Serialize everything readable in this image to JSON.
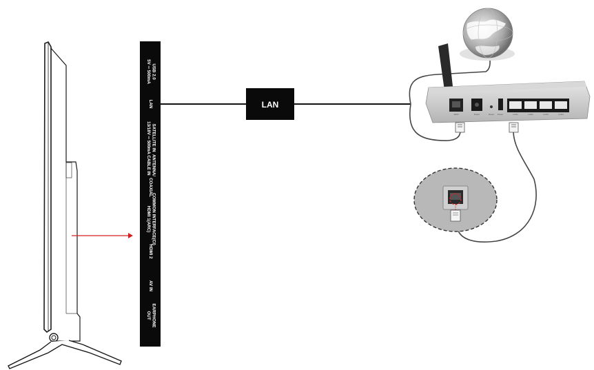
{
  "panel": {
    "ports": [
      {
        "line1": "USB 2.0",
        "line2": "5V ═ 500mA"
      },
      {
        "line1": "LAN",
        "line2": ""
      },
      {
        "line1": "SATELLITE IN",
        "line2": "13/18V ═ 500mA"
      },
      {
        "line1": "ANTENNA/",
        "line2": "CABLE IN"
      },
      {
        "line1": "COAXIAL",
        "line2": ""
      },
      {
        "line1": "COMMON INTERFACE(CI)",
        "line2": "HDMI 1(ARC)"
      },
      {
        "line1": "HDMI 2",
        "line2": ""
      },
      {
        "line1": "AV IN",
        "line2": ""
      },
      {
        "line1": "EARPHONE",
        "line2": "OUT"
      }
    ]
  },
  "cable": {
    "label": "LAN"
  },
  "router": {
    "port_labels": [
      "WAN",
      "Power",
      "Reset",
      "Power",
      "LAN1",
      "LAN2",
      "LAN3",
      "LAN4"
    ]
  },
  "colors": {
    "panel": "#0a0a0a",
    "arrow": "#d42020",
    "router_body": "#cfcfcf",
    "globe": "#9a9a9a",
    "inset_bg": "#b8b8b8",
    "cable": "#444444"
  }
}
